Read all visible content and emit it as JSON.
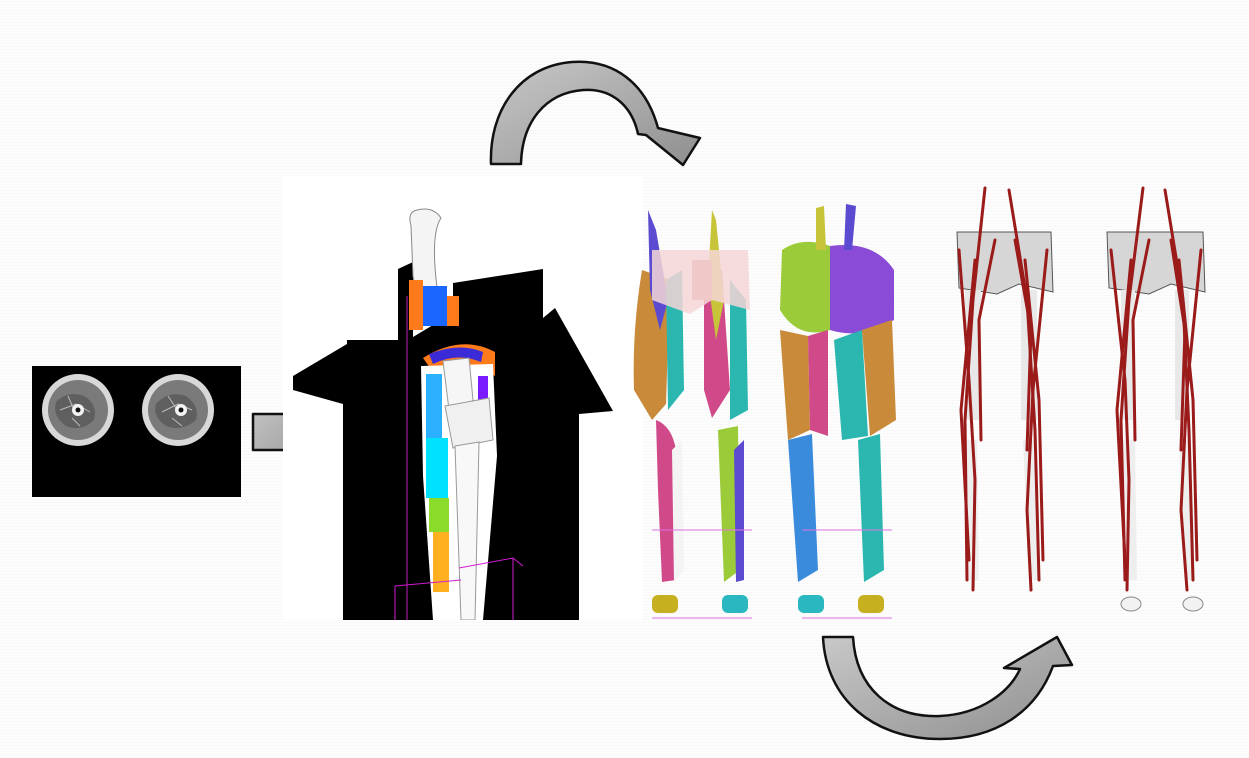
{
  "diagram": {
    "nodes": [
      {
        "id": "mri",
        "icon": "mri-cross-section-thighs"
      },
      {
        "id": "segmentation",
        "icon": "segmented-leg-with-mri-planes"
      },
      {
        "id": "muscle-models",
        "icon": "3d-lower-limb-muscle-models"
      },
      {
        "id": "muscle-paths",
        "icon": "musculoskeletal-line-path-model"
      }
    ],
    "arrows": [
      {
        "from": "mri",
        "to": "segmentation",
        "style": "straight-block-arrow"
      },
      {
        "from": "segmentation",
        "to": "muscle-models",
        "style": "curved-arrow-over"
      },
      {
        "from": "muscle-models",
        "to": "muscle-paths",
        "style": "curved-arrow-under"
      }
    ],
    "colors": {
      "arrow_fill": "#a8a8a8",
      "arrow_stroke": "#111111",
      "muscle_path_red": "#9b1b1b",
      "bone": "#f2f2f2",
      "slice_plane": "#000000"
    }
  }
}
